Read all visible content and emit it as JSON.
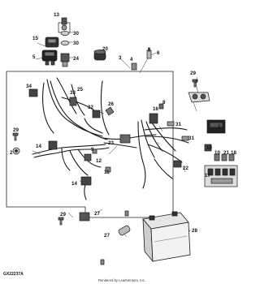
{
  "diagram": {
    "code": "GX22237A",
    "credit": "Rendered by LeadVenture, Inc.",
    "callouts": {
      "c1": "1",
      "c2": "2",
      "c3": "3",
      "c4": "4",
      "c5": "5",
      "c6": "6",
      "c7": "7",
      "c8": "8",
      "c9": "9",
      "c10": "10",
      "c11": "11",
      "c12": "12",
      "c13": "13",
      "c14a": "14",
      "c14b": "14",
      "c15": "15",
      "c16": "16",
      "c17": "17",
      "c18": "18",
      "c19": "19",
      "c20": "20",
      "c21": "21",
      "c22": "22",
      "c23": "23",
      "c24": "24",
      "c25": "25",
      "c26": "26",
      "c27a": "27",
      "c27b": "27",
      "c28": "28",
      "c29a": "29",
      "c29b": "29",
      "c29c": "29",
      "c30a": "30",
      "c30b": "30",
      "c31a": "31",
      "c31b": "31",
      "c32": "32",
      "c33": "33",
      "c34": "34"
    }
  }
}
